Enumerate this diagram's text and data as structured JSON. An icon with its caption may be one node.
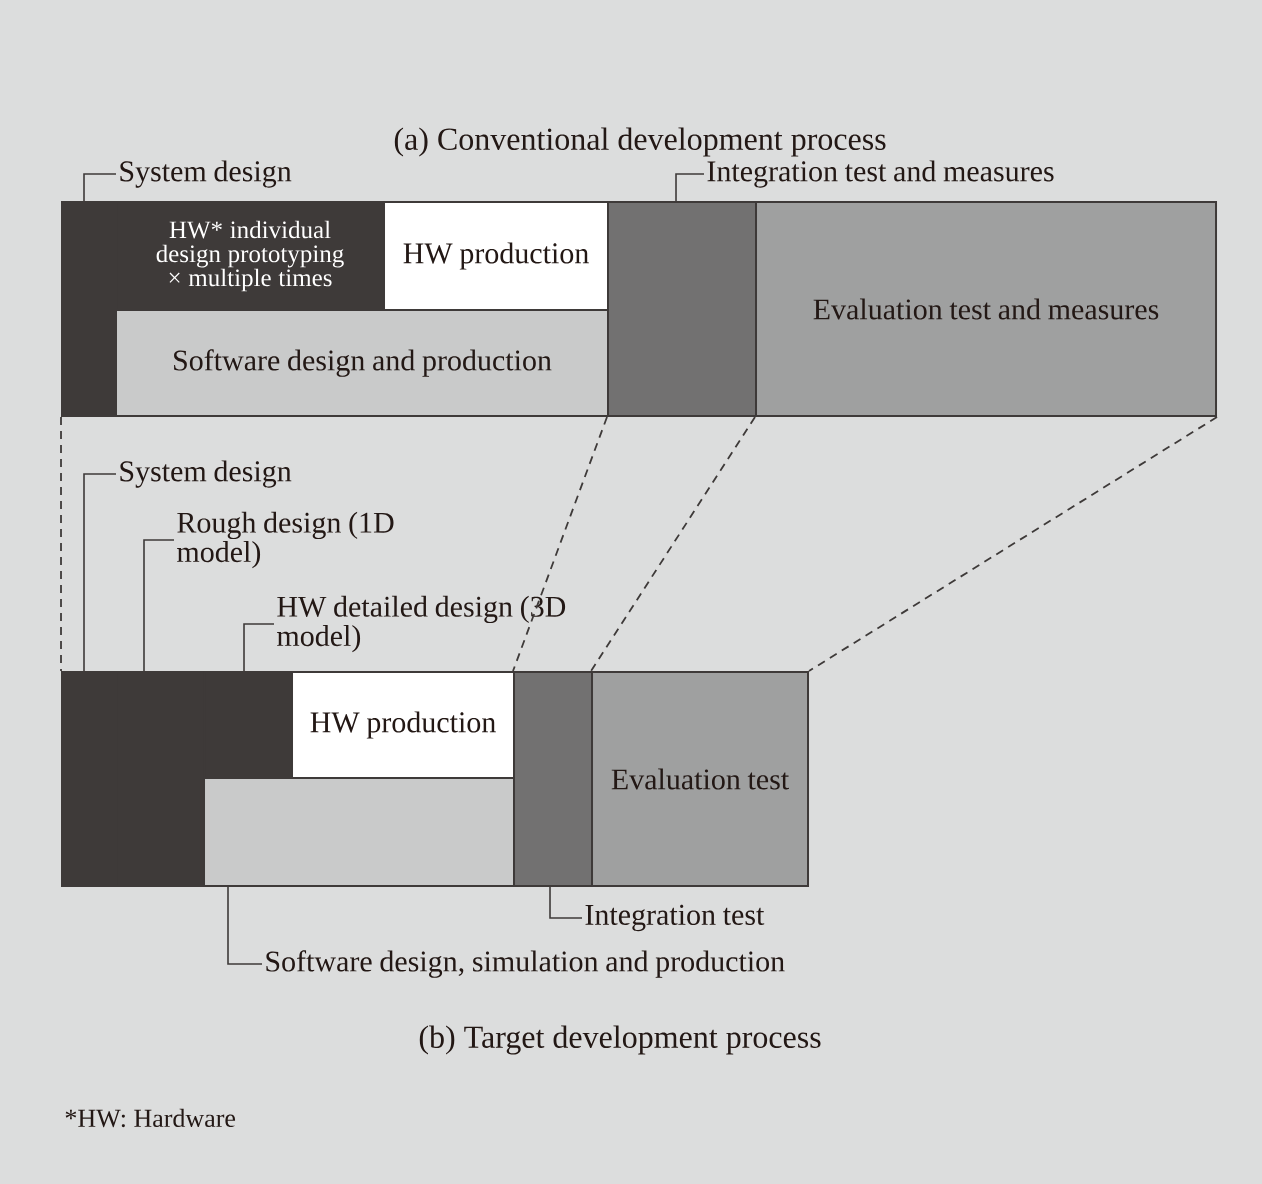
{
  "diagram": {
    "nodes": [
      {
        "text": [
          "System design"
        ]
      },
      {
        "text": [],
        "shape": "box"
      },
      {
        "text": [
          "HW* individual design prototyping × multiple times"
        ]
      },
      {
        "text": [
          "HW production"
        ]
      },
      {
        "text": [
          "Software design and production"
        ]
      },
      {
        "text": [
          "Integration test and measures"
        ]
      },
      {
        "text": [],
        "shape": "box"
      },
      {
        "text": [
          "Evaluation test and measures"
        ]
      },
      {
        "text": [
          "System design"
        ]
      },
      {
        "text": [
          "Rough design (1D model)"
        ]
      },
      {
        "text": [
          "HW detailed design (3D model)"
        ]
      },
      {
        "text": [],
        "shape": "box"
      },
      {
        "text": [],
        "shape": "box"
      },
      {
        "text": [],
        "shape": "box"
      },
      {
        "text": [
          "HW production"
        ]
      },
      {
        "text": [],
        "shape": "box"
      },
      {
        "text": [],
        "shape": "box"
      },
      {
        "text": [
          "Evaluation test"
        ]
      },
      {
        "text": [
          "Integration test"
        ]
      },
      {
        "text": [
          "Software design, simulation and production"
        ]
      }
    ],
    "edges": [
      {
        "from": 0,
        "to": 1,
        "arrow": "none"
      },
      {
        "from": 5,
        "to": 6,
        "arrow": "none"
      },
      {
        "from": 8,
        "to": 11,
        "arrow": "none"
      },
      {
        "from": 9,
        "to": 12,
        "arrow": "none"
      },
      {
        "from": 10,
        "to": 13,
        "arrow": "none"
      },
      {
        "from": 18,
        "to": 16,
        "arrow": "none"
      },
      {
        "from": 19,
        "to": 15,
        "arrow": "none"
      },
      {
        "from": 1,
        "to": 11,
        "arrow": "none",
        "style": "dashed"
      },
      {
        "from": 6,
        "to": 16,
        "arrow": "none",
        "style": "dashed"
      },
      {
        "from": 7,
        "to": 17,
        "arrow": "none",
        "style": "dashed"
      },
      {
        "from": 7,
        "to": 17,
        "arrow": "none",
        "style": "dashed"
      }
    ],
    "labels": [
      "(a) Conventional development process",
      "(b) Target development process",
      "*HW: Hardware"
    ]
  }
}
